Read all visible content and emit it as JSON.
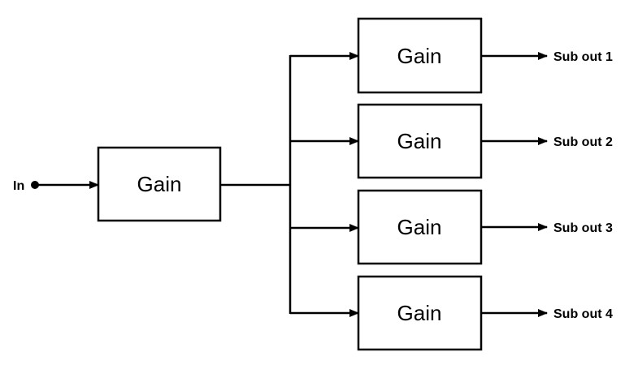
{
  "input": {
    "label": "In"
  },
  "main_gain": {
    "label": "Gain"
  },
  "sub_gains": [
    {
      "label": "Gain",
      "output_label": "Sub out 1"
    },
    {
      "label": "Gain",
      "output_label": "Sub out 2"
    },
    {
      "label": "Gain",
      "output_label": "Sub out 3"
    },
    {
      "label": "Gain",
      "output_label": "Sub out 4"
    }
  ],
  "colors": {
    "stroke": "#000000",
    "background": "#ffffff"
  }
}
